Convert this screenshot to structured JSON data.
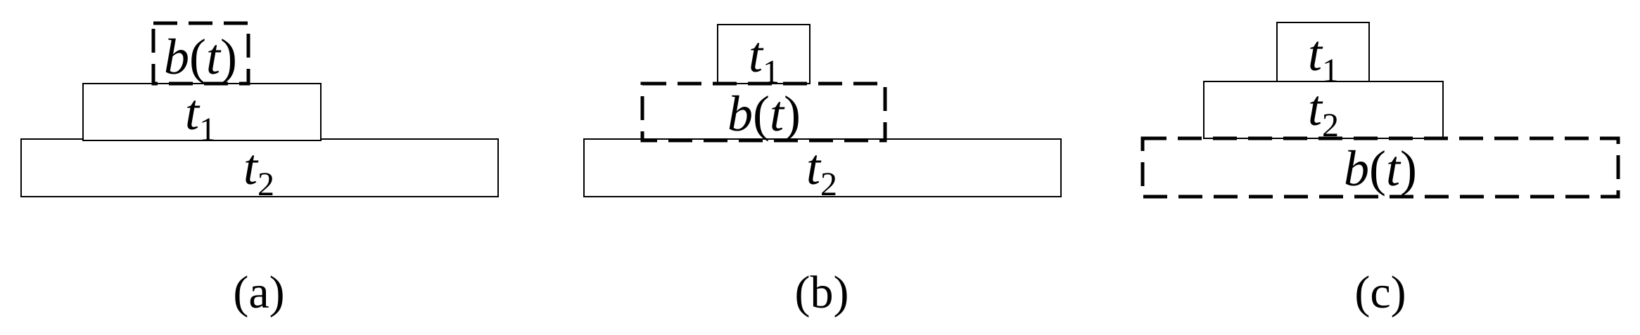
{
  "panels": {
    "a": {
      "caption": "(a)",
      "b_label": {
        "var": "b",
        "open": "(",
        "arg": "t",
        "close": ")"
      },
      "t1_label": {
        "var": "t",
        "sub": "1"
      },
      "t2_label": {
        "var": "t",
        "sub": "2"
      }
    },
    "b": {
      "caption": "(b)",
      "b_label": {
        "var": "b",
        "open": "(",
        "arg": "t",
        "close": ")"
      },
      "t1_label": {
        "var": "t",
        "sub": "1"
      },
      "t2_label": {
        "var": "t",
        "sub": "2"
      }
    },
    "c": {
      "caption": "(c)",
      "b_label": {
        "var": "b",
        "open": "(",
        "arg": "t",
        "close": ")"
      },
      "t1_label": {
        "var": "t",
        "sub": "1"
      },
      "t2_label": {
        "var": "t",
        "sub": "2"
      }
    }
  }
}
